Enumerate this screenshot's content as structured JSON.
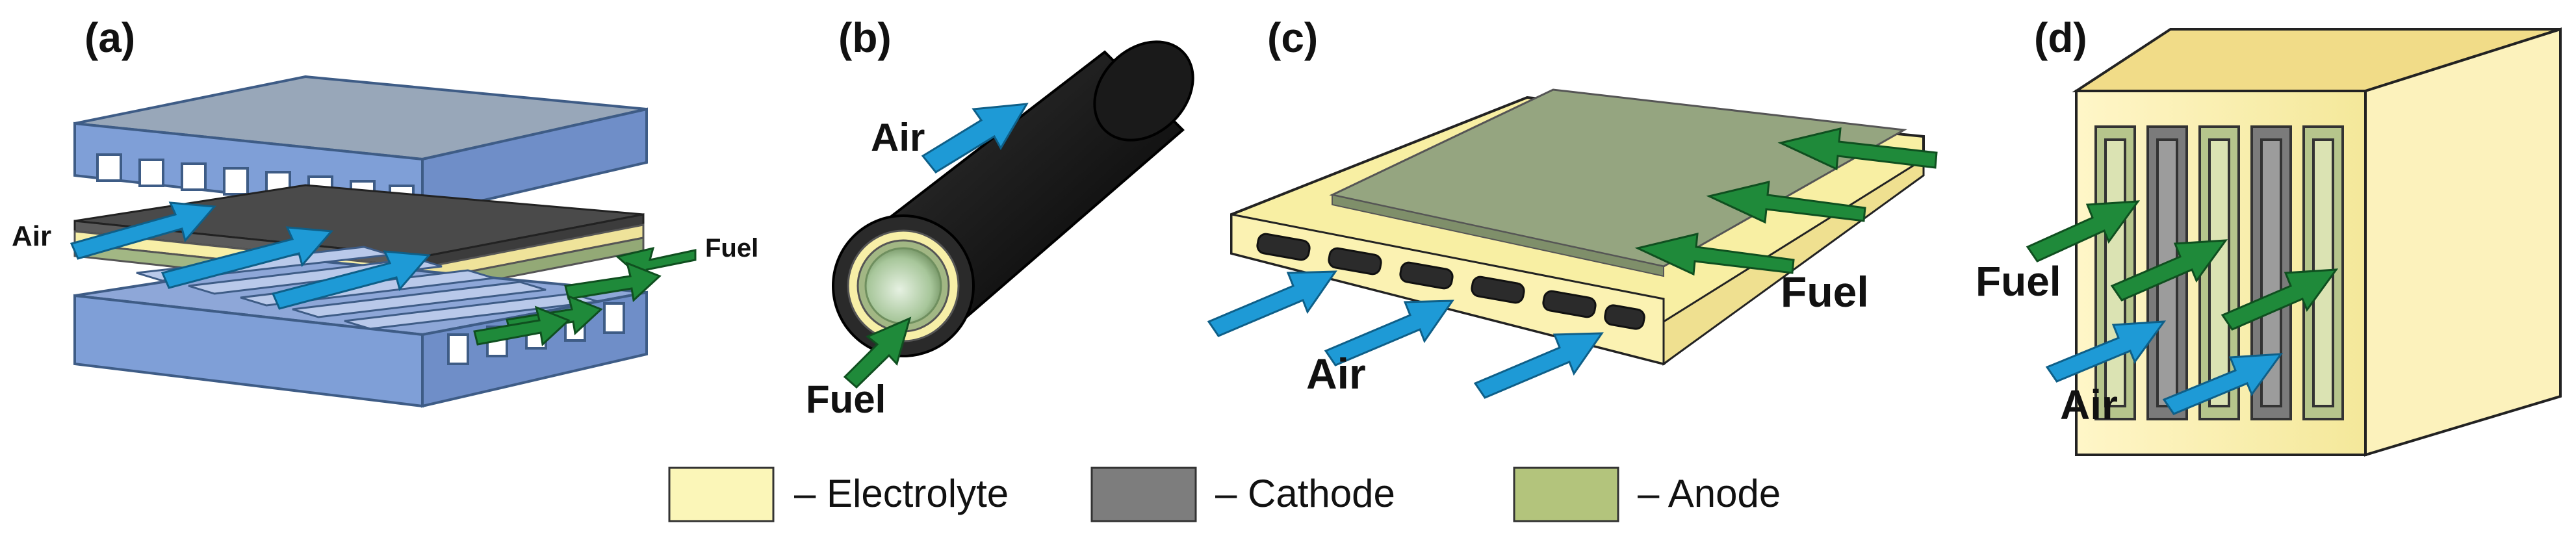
{
  "panels": {
    "a": {
      "tag": "(a)",
      "air": "Air",
      "fuel": "Fuel"
    },
    "b": {
      "tag": "(b)",
      "air": "Air",
      "fuel": "Fuel"
    },
    "c": {
      "tag": "(c)",
      "air": "Air",
      "fuel": "Fuel"
    },
    "d": {
      "tag": "(d)",
      "air": "Air",
      "fuel": "Fuel"
    }
  },
  "legend": [
    {
      "label": "– Electrolyte",
      "color": "#fbf6b8"
    },
    {
      "label": "– Cathode",
      "color": "#7d7d7d"
    },
    {
      "label": "– Anode",
      "color": "#b3c47c"
    }
  ],
  "colors": {
    "plate_blue": "#7f9fd7",
    "plate_blue_top": "#91a9c6",
    "cathode": "#4a4a4a",
    "anode": "#a2b784",
    "electrolyte": "#f7efa7",
    "air_arrow": "#1e9ad6",
    "fuel_arrow": "#1f8a3a"
  }
}
